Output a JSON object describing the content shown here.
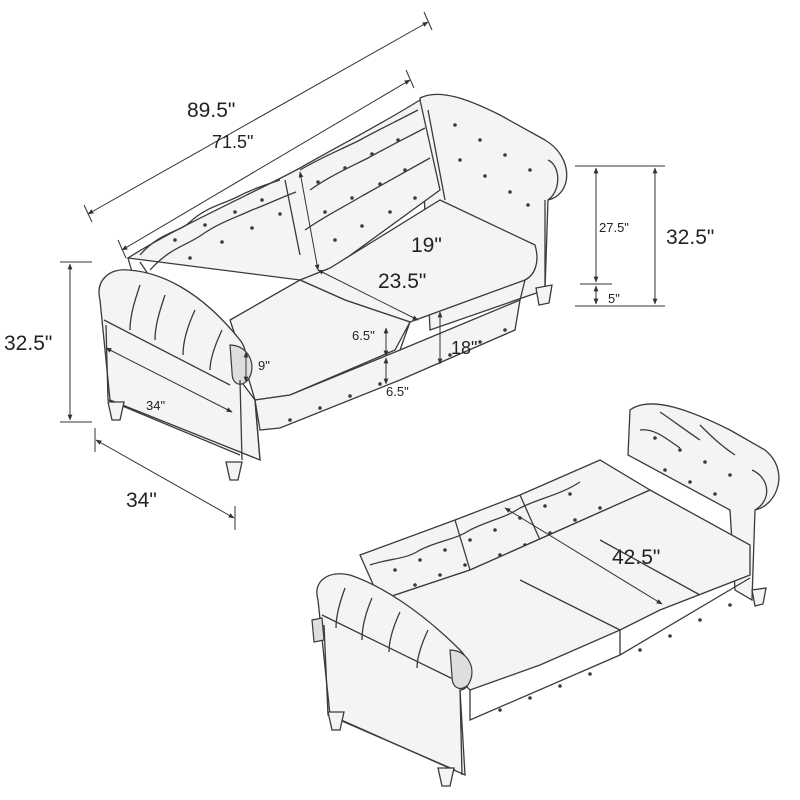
{
  "dimensions": {
    "overall_width": "89.5\"",
    "inner_width": "71.5\"",
    "height_left": "32.5\"",
    "height_right": "32.5\"",
    "back_height": "27.5\"",
    "leg_height": "5\"",
    "seat_back_depth": "19\"",
    "seat_depth": "23.5\"",
    "seat_height": "18\"",
    "cushion_thickness_top": "6.5\"",
    "cushion_thickness_bottom": "6.5\"",
    "arm_width": "9\"",
    "arm_depth": "34\"",
    "overall_depth": "34\"",
    "bed_depth": "42.5\""
  }
}
